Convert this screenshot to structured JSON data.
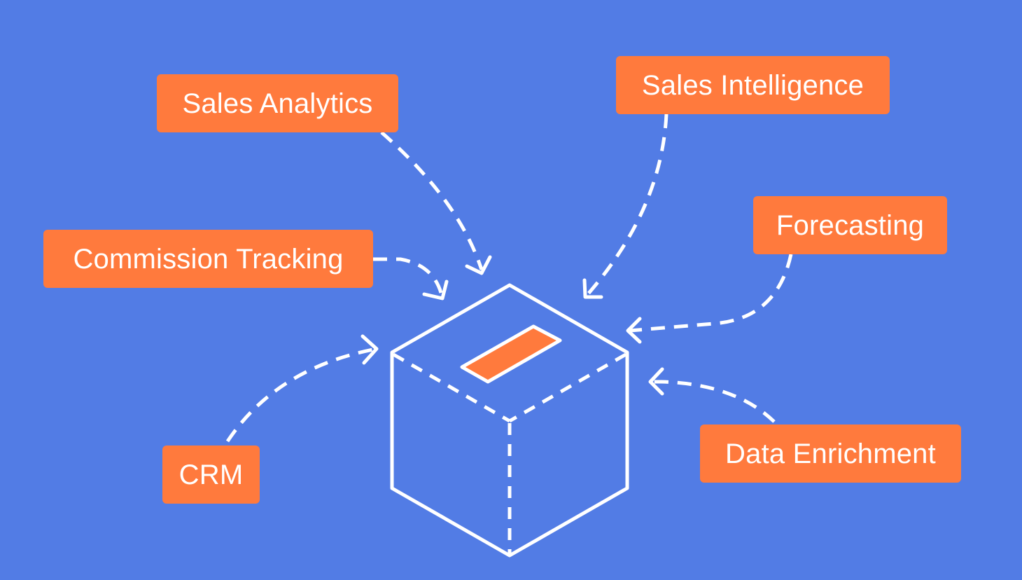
{
  "colors": {
    "background": "#527CE5",
    "label_fill": "#FF7A3D",
    "line": "#FFFFFF",
    "slot_fill": "#FF7A3D"
  },
  "labels": {
    "sales_analytics": "Sales Analytics",
    "sales_intelligence": "Sales Intelligence",
    "forecasting": "Forecasting",
    "commission_tracking": "Commission Tracking",
    "crm": "CRM",
    "data_enrichment": "Data Enrichment"
  },
  "icons": {
    "center": "ballot-box-icon"
  }
}
